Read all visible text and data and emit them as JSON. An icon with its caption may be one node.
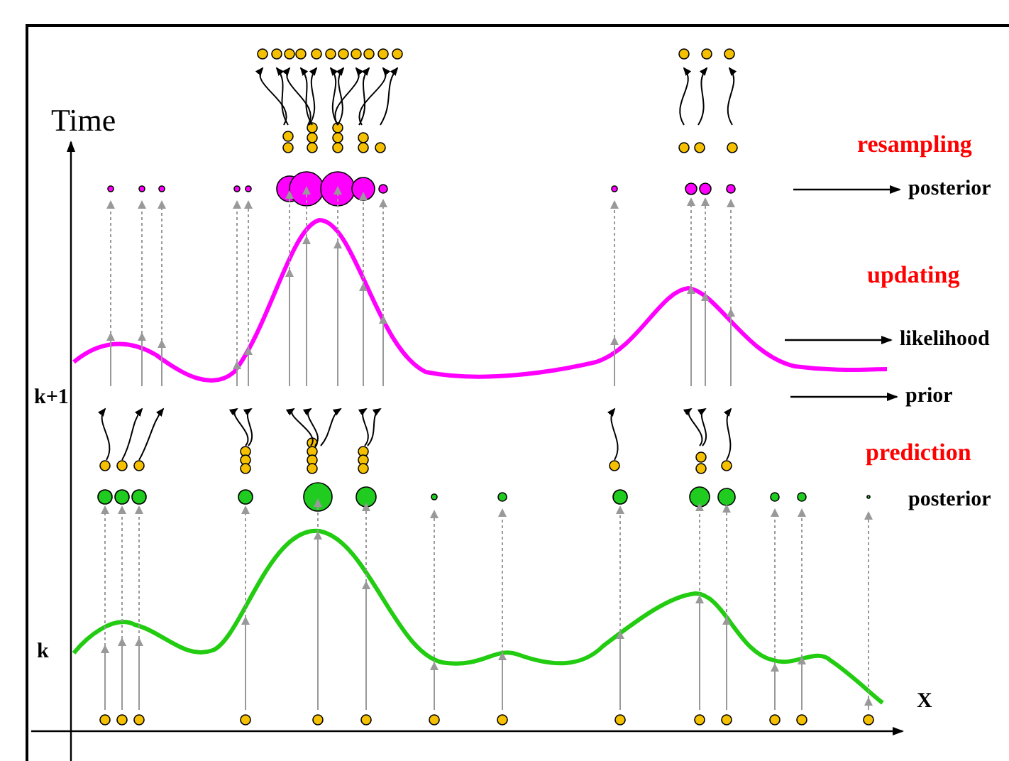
{
  "diagram": {
    "nodes": [
      {
        "text": [
          "posterior"
        ]
      },
      {
        "text": [
          "likelihood"
        ]
      },
      {
        "text": [
          "prior"
        ]
      }
    ],
    "edges": [
      {
        "from": null,
        "to": 0,
        "arrow": "to"
      },
      {
        "from": null,
        "to": 1,
        "arrow": "to"
      },
      {
        "from": null,
        "to": 2,
        "arrow": "to"
      }
    ],
    "labels": [
      "Time",
      "resampling",
      "updating",
      "k+1",
      "prediction",
      "posterior",
      "k",
      "X"
    ]
  }
}
